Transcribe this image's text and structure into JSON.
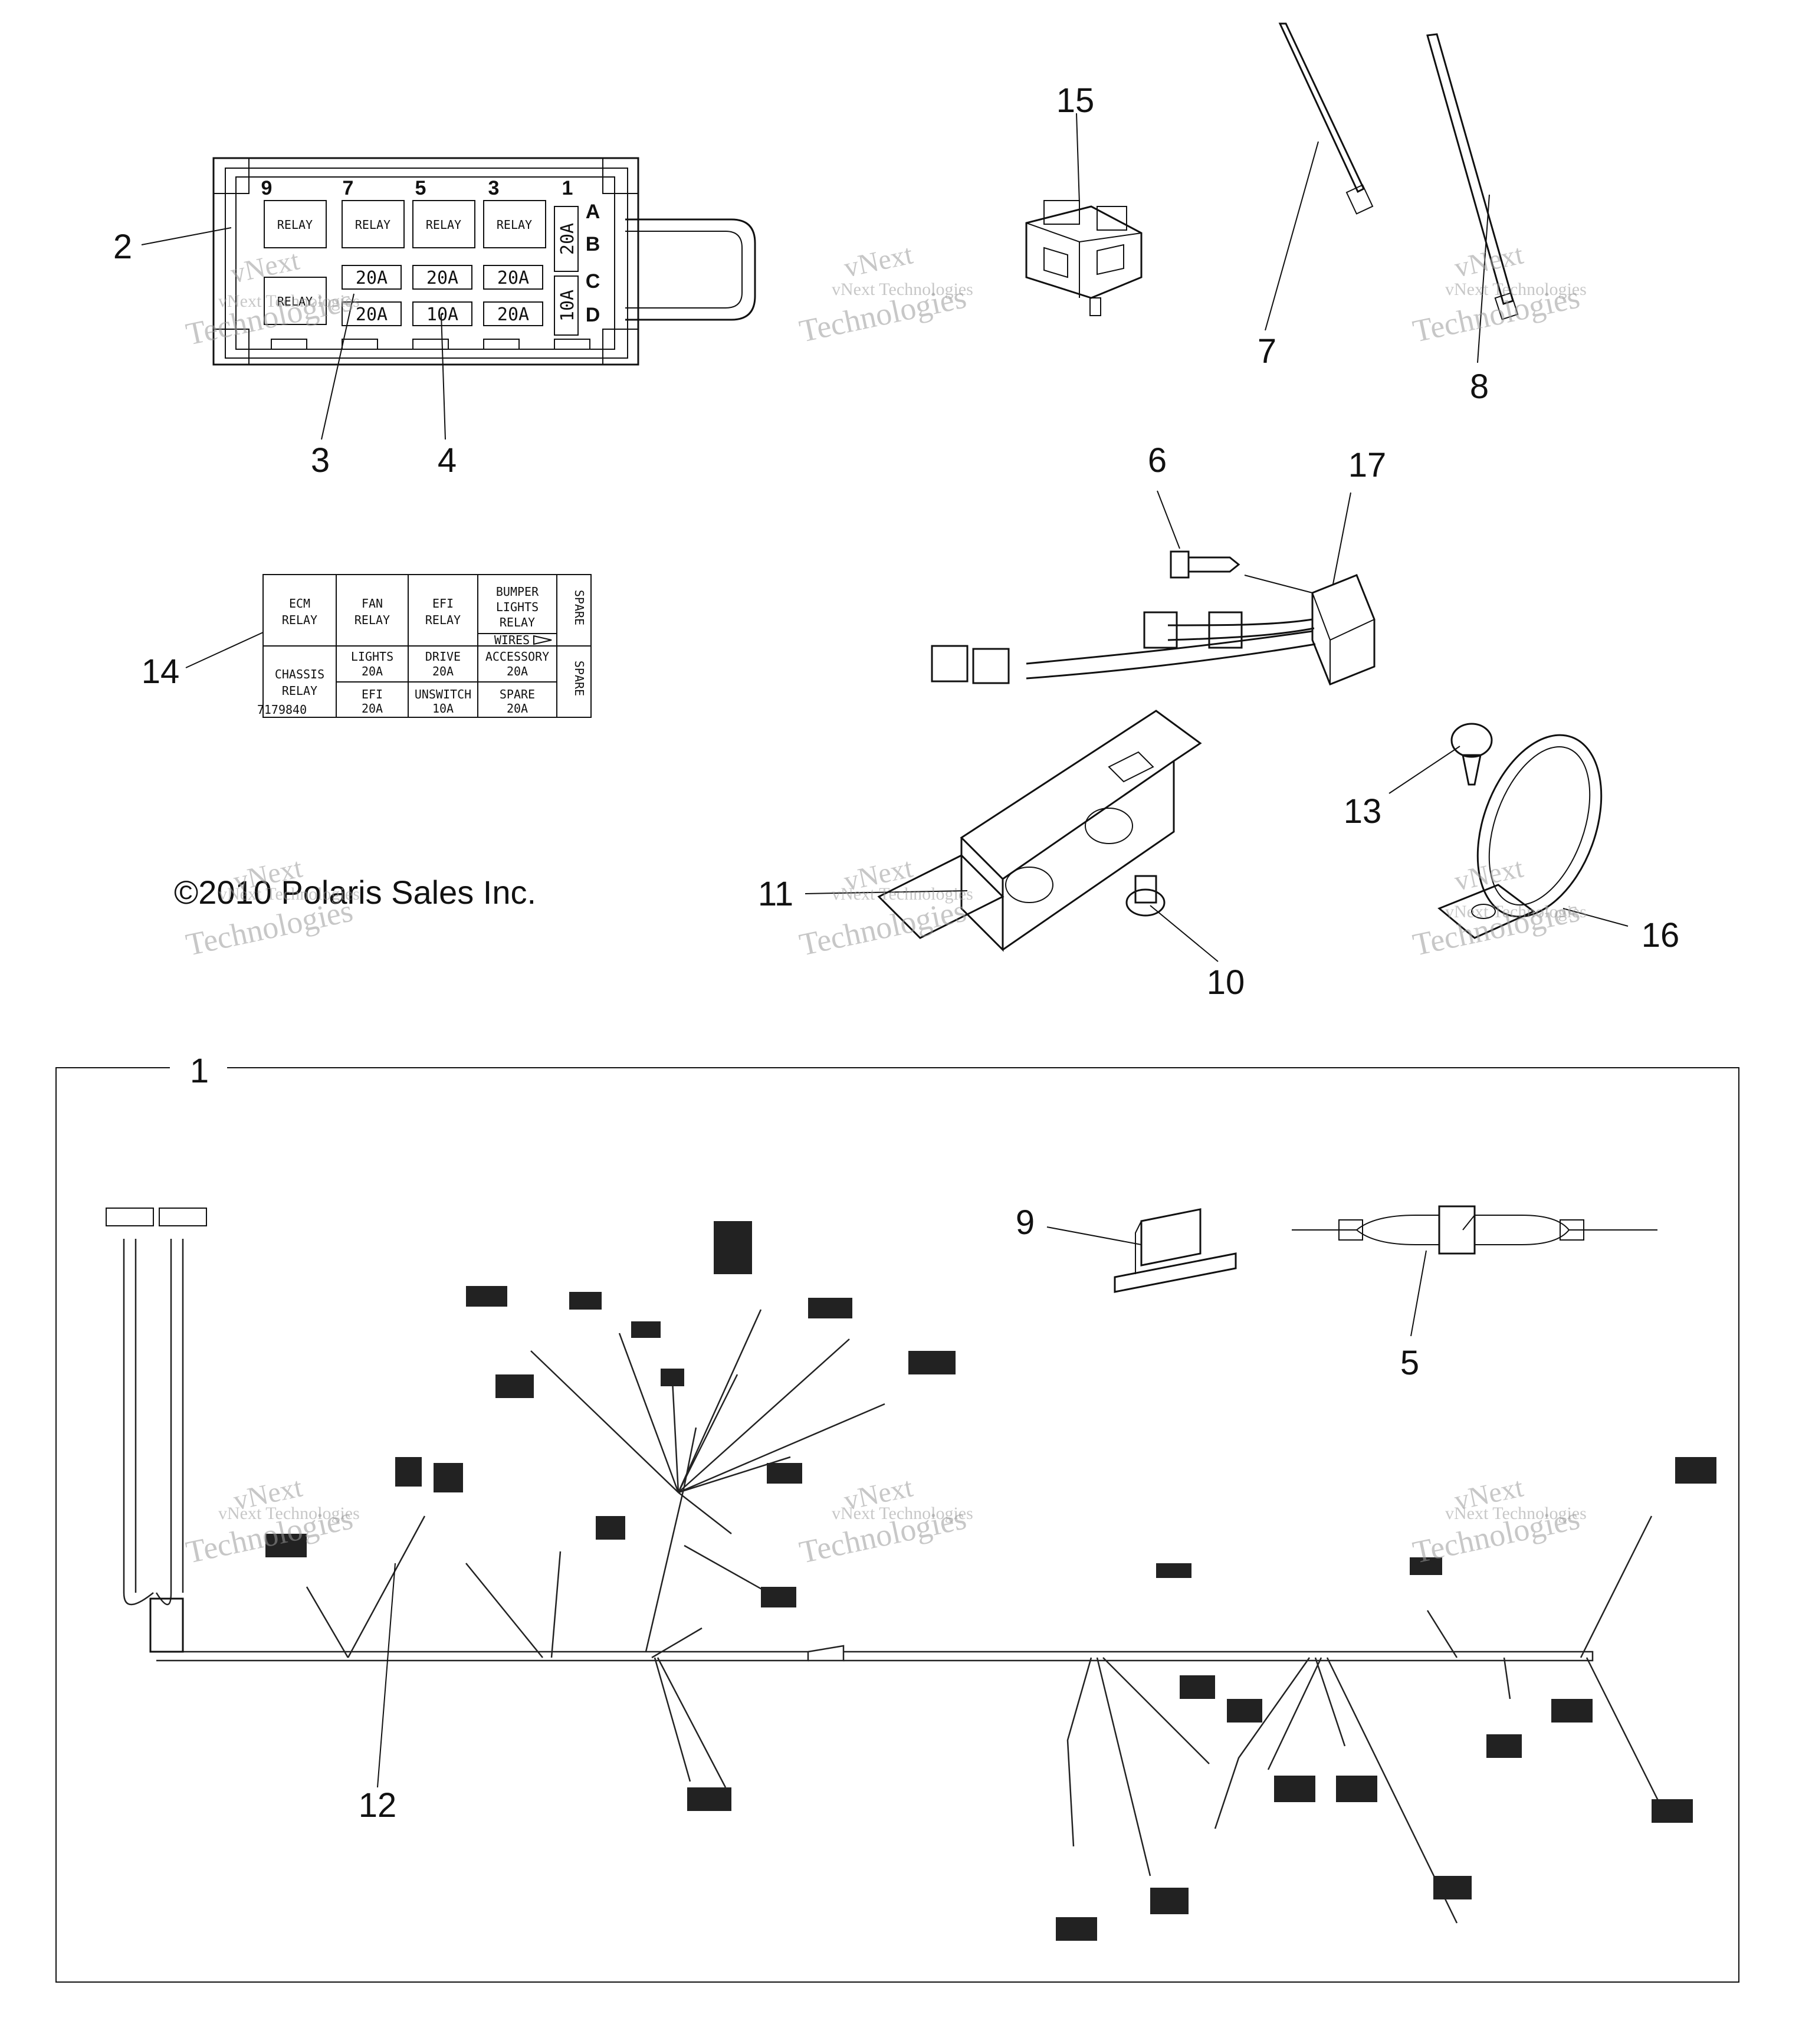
{
  "copyright": "©2010 Polaris Sales Inc.",
  "watermark": {
    "brand_top": "vNext",
    "brand_line": "vNext Technologies",
    "brand_bottom": "Technologies"
  },
  "callouts": {
    "c1": "1",
    "c2": "2",
    "c3": "3",
    "c4": "4",
    "c5": "5",
    "c6": "6",
    "c7": "7",
    "c8": "8",
    "c9": "9",
    "c10": "10",
    "c11": "11",
    "c12": "12",
    "c13": "13",
    "c14": "14",
    "c15": "15",
    "c16": "16",
    "c17": "17"
  },
  "fuse_box": {
    "columns": [
      "9",
      "7",
      "5",
      "3",
      "1"
    ],
    "rows": [
      "A",
      "B",
      "C",
      "D"
    ],
    "relay_label": "RELAY",
    "row2": [
      "20A",
      "20A",
      "20A"
    ],
    "row3": [
      "20A",
      "10A",
      "20A"
    ],
    "side": [
      "20A",
      "10A"
    ]
  },
  "decal": {
    "ecm_1": "ECM",
    "ecm_2": "RELAY",
    "fan_1": "FAN",
    "fan_2": "RELAY",
    "efi_1": "EFI",
    "efi_2": "RELAY",
    "bumper_1": "BUMPER",
    "bumper_2": "LIGHTS",
    "bumper_3": "RELAY",
    "wires": "WIRES",
    "chassis_1": "CHASSIS",
    "chassis_2": "RELAY",
    "lights_1": "LIGHTS",
    "lights_2": "20A",
    "drive_1": "DRIVE",
    "drive_2": "20A",
    "accessory_1": "ACCESSORY",
    "accessory_2": "20A",
    "efi20_1": "EFI",
    "efi20_2": "20A",
    "unswitch_1": "UNSWITCH",
    "unswitch_2": "10A",
    "spare_1": "SPARE",
    "spare_2": "20A",
    "side_spare": "SPARE",
    "part_no": "7179840"
  }
}
